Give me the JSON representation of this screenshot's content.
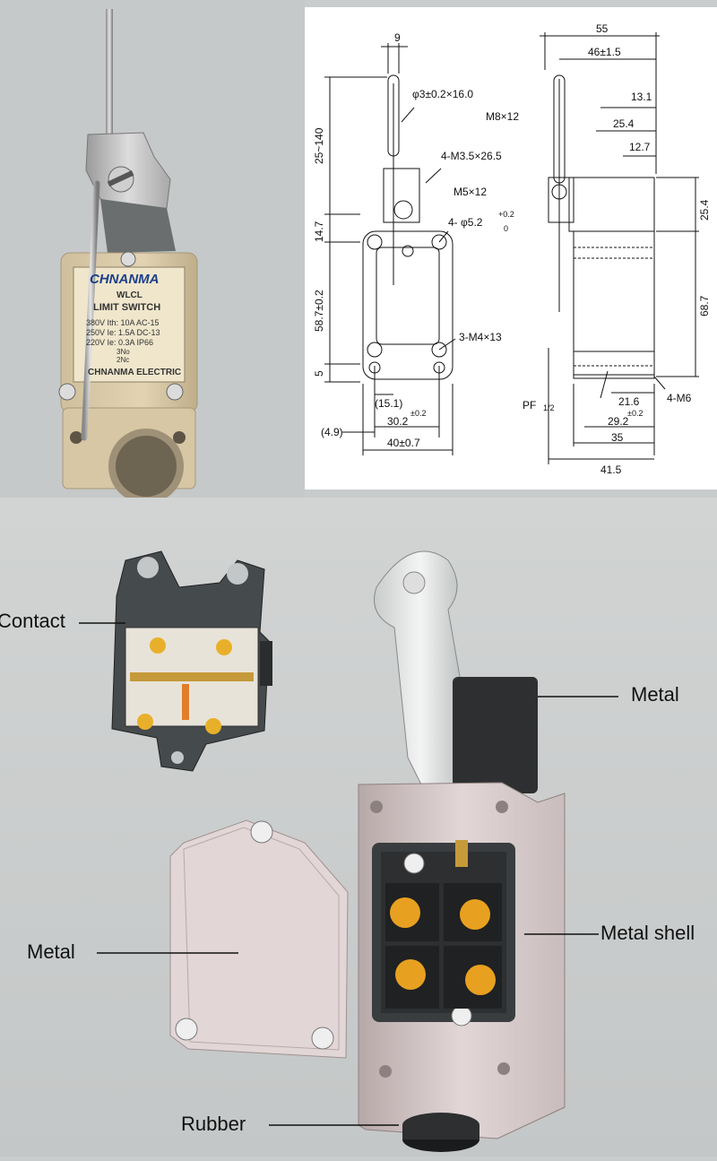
{
  "product_label": {
    "brand": "CHNANMA",
    "model": "WLCL",
    "type": "LIMIT SWITCH",
    "specs": [
      "380V  Ith: 10A  AC-15",
      "250V  Ie: 1.5A  DC-13",
      "220V  Ie: 0.3A  IP66"
    ],
    "contacts": [
      "3No",
      "2Nc"
    ],
    "maker": "CHNANMA ELECTRIC"
  },
  "drawing": {
    "front_dims": {
      "top_width": "9",
      "rod": "φ3±0.2×16.0",
      "screw_a": "4-M3.5×26.5",
      "screw_b": "M5×12",
      "hole": "4- φ5.2",
      "hole_tol_top": "+0.2",
      "hole_tol_bot": "0",
      "mount": "3-M4×13",
      "lever_len": "25~140",
      "d_14_7": "14.7",
      "d_58_7": "58.7±0.2",
      "d_5": "5",
      "d_15_1": "(15.1)",
      "d_30_2": "30.2",
      "d_30_2_tol": "±0.2",
      "d_4_9": "(4.9)",
      "d_40": "40±0.7"
    },
    "side_dims": {
      "d_55": "55",
      "d_46": "46±1.5",
      "m8": "M8×12",
      "d_13_1": "13.1",
      "d_25_4a": "25.4",
      "d_12_7": "12.7",
      "d_25_4b": "25.4",
      "d_68_7": "68.7",
      "pf": "PF",
      "pf_frac": "1/2",
      "d_21_6": "21.6",
      "d_21_6_tol": "±0.2",
      "m6": "4-M6",
      "d_29_2": "29.2",
      "d_35": "35",
      "d_41_5": "41.5"
    }
  },
  "exploded": {
    "labels": {
      "contact": "Contact",
      "metal_top": "Metal",
      "metal_shell": "Metal shell",
      "metal_cover": "Metal",
      "rubber": "Rubber"
    }
  },
  "colors": {
    "body_beige": "#d9c9a8",
    "shell_pink": "#dccfcf",
    "metal_dark": "#2d2f30",
    "contact_yellow": "#e8b02a",
    "rod_silver": "#b8b8b8"
  }
}
